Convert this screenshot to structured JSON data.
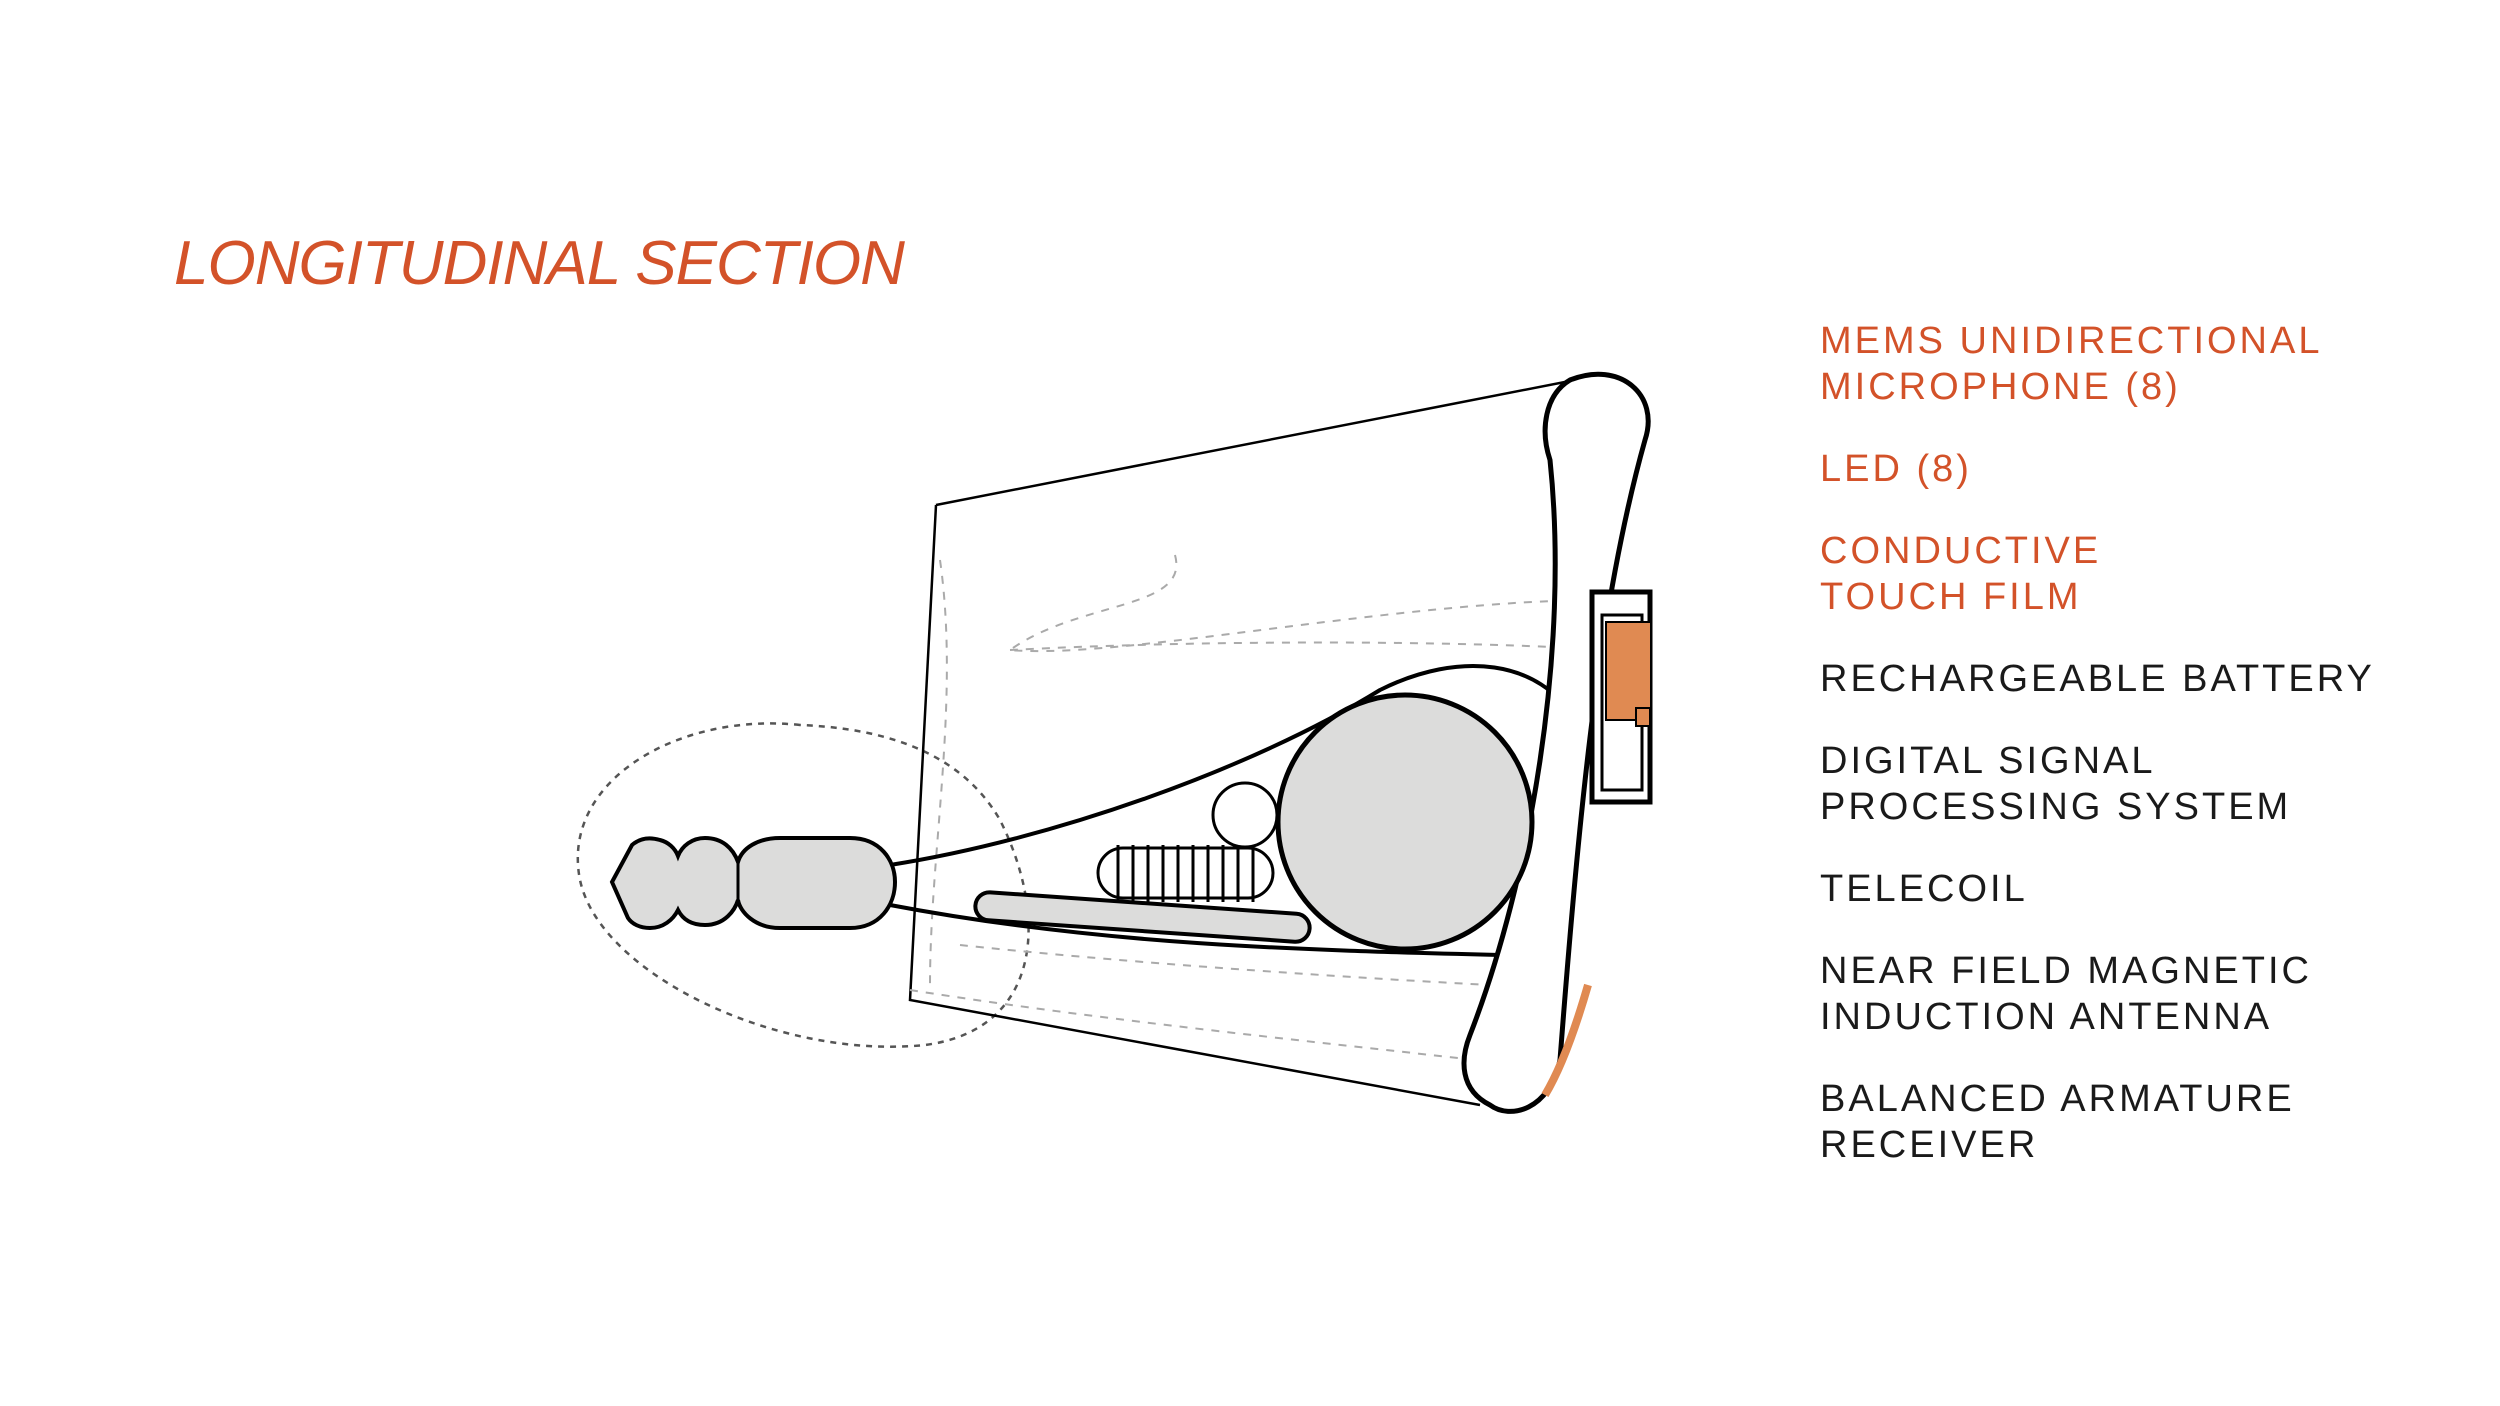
{
  "title": "LONGITUDINAL SECTION",
  "colors": {
    "accent": "#D35229",
    "text": "#1A1A1A",
    "component_fill": "#DCDCDB",
    "touch_film": "#E08A52",
    "outline": "#000000",
    "dashed": "#AAAAAA"
  },
  "legend": [
    {
      "lines": [
        "MEMS UNIDIRECTIONAL",
        "MICROPHONE (8)"
      ],
      "highlighted": true
    },
    {
      "lines": [
        "LED (8)"
      ],
      "highlighted": true
    },
    {
      "lines": [
        "CONDUCTIVE",
        "TOUCH FILM"
      ],
      "highlighted": true
    },
    {
      "lines": [
        "RECHARGEABLE BATTERY"
      ],
      "highlighted": false
    },
    {
      "lines": [
        "DIGITAL SIGNAL",
        "PROCESSING SYSTEM"
      ],
      "highlighted": false
    },
    {
      "lines": [
        "TELECOIL"
      ],
      "highlighted": false
    },
    {
      "lines": [
        "NEAR FIELD MAGNETIC",
        "INDUCTION ANTENNA"
      ],
      "highlighted": false
    },
    {
      "lines": [
        "BALANCED ARMATURE",
        "RECEIVER"
      ],
      "highlighted": false
    }
  ]
}
